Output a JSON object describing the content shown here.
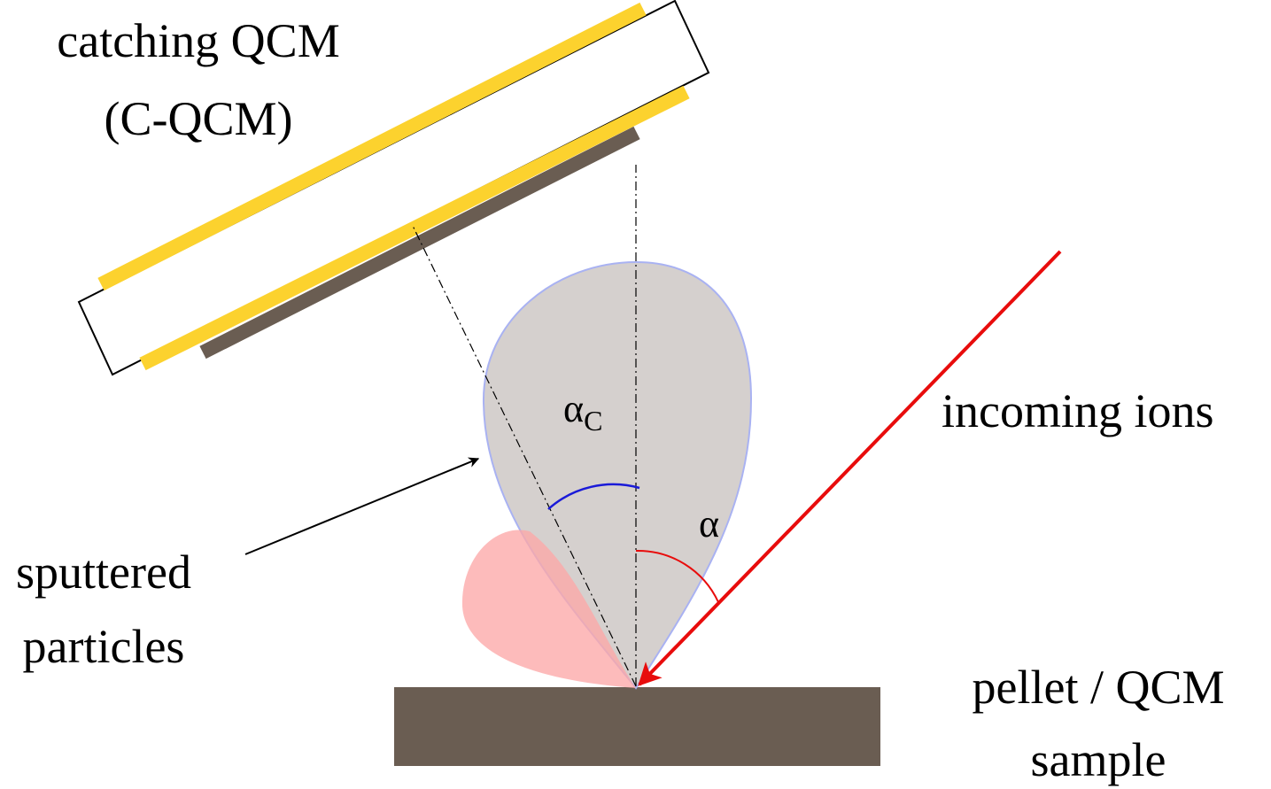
{
  "labels": {
    "cqcm_line1": "catching QCM",
    "cqcm_line2": "(C-QCM)",
    "incoming": "incoming ions",
    "sputtered_line1": "sputtered",
    "sputtered_line2": "particles",
    "sample_line1": "pellet / QCM",
    "sample_line2": "sample",
    "alpha": "α",
    "alpha_c": "α",
    "alpha_c_sub": "C"
  },
  "colors": {
    "gold": "#fcd22e",
    "sample_brown": "#6a5d52",
    "lobe_gray": "#d5d0ce",
    "lobe_outline": "#a9b2f2",
    "lobe_pink": "#fda8a8",
    "ion_red": "#e80c0c",
    "arc_blue": "#1a1ad8"
  }
}
